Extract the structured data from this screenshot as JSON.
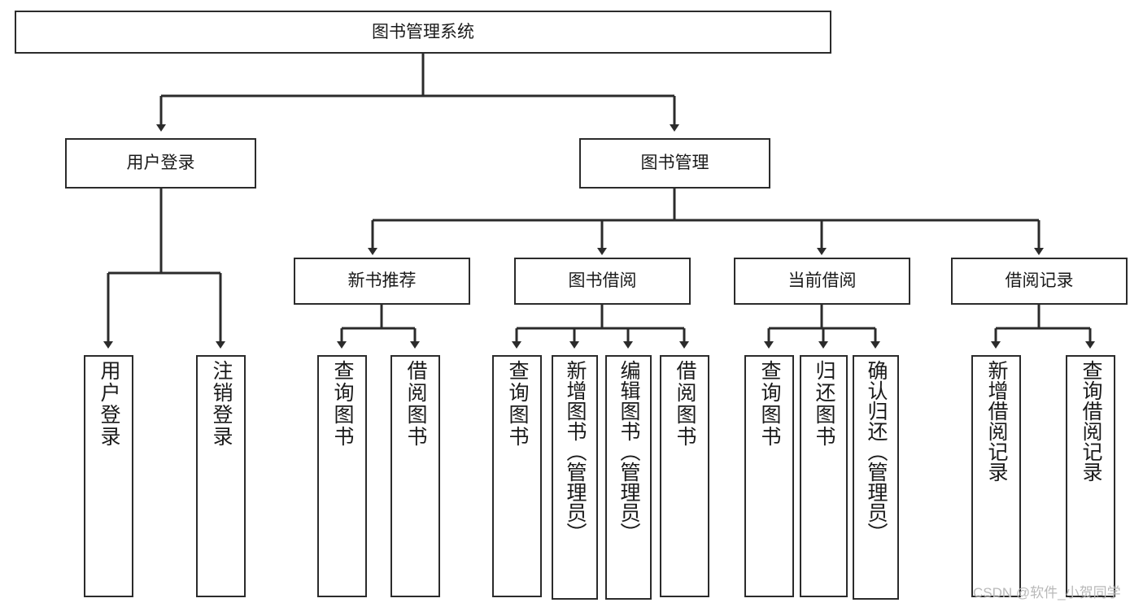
{
  "diagram": {
    "title": "图书管理系统",
    "type": "tree-hierarchy-diagram",
    "colors": {
      "stroke": "#2b2b2b",
      "fill": "#ffffff",
      "text": "#1a1a1a",
      "watermark": "#b9b9b9"
    },
    "nodes": {
      "root": {
        "label": "图书管理系统"
      },
      "level2": [
        {
          "id": "user-login",
          "label": "用户登录"
        },
        {
          "id": "book-management",
          "label": "图书管理"
        }
      ],
      "level3": [
        {
          "id": "new-book-recommend",
          "label": "新书推荐"
        },
        {
          "id": "book-borrow",
          "label": "图书借阅"
        },
        {
          "id": "current-borrow",
          "label": "当前借阅"
        },
        {
          "id": "borrow-record",
          "label": "借阅记录"
        }
      ],
      "leaves": {
        "user_login": [
          {
            "id": "leaf-user-login",
            "label": "用户登录"
          },
          {
            "id": "leaf-logout-login",
            "label": "注销登录"
          }
        ],
        "new_book_recommend": [
          {
            "id": "leaf-query-book-1",
            "label": "查询图书"
          },
          {
            "id": "leaf-borrow-book-1",
            "label": "借阅图书"
          }
        ],
        "book_borrow": [
          {
            "id": "leaf-query-book-2",
            "label": "查询图书"
          },
          {
            "id": "leaf-add-book",
            "label": "新增图书（管理员）"
          },
          {
            "id": "leaf-edit-book",
            "label": "编辑图书（管理员）"
          },
          {
            "id": "leaf-borrow-book-2",
            "label": "借阅图书"
          }
        ],
        "current_borrow": [
          {
            "id": "leaf-query-book-3",
            "label": "查询图书"
          },
          {
            "id": "leaf-return-book",
            "label": "归还图书"
          },
          {
            "id": "leaf-confirm-return",
            "label": "确认归还（管理员）"
          }
        ],
        "borrow_record": [
          {
            "id": "leaf-add-record",
            "label": "新增借阅记录"
          },
          {
            "id": "leaf-query-record",
            "label": "查询借阅记录"
          }
        ]
      }
    },
    "watermark": "CSDN @软件_小贺同学"
  }
}
